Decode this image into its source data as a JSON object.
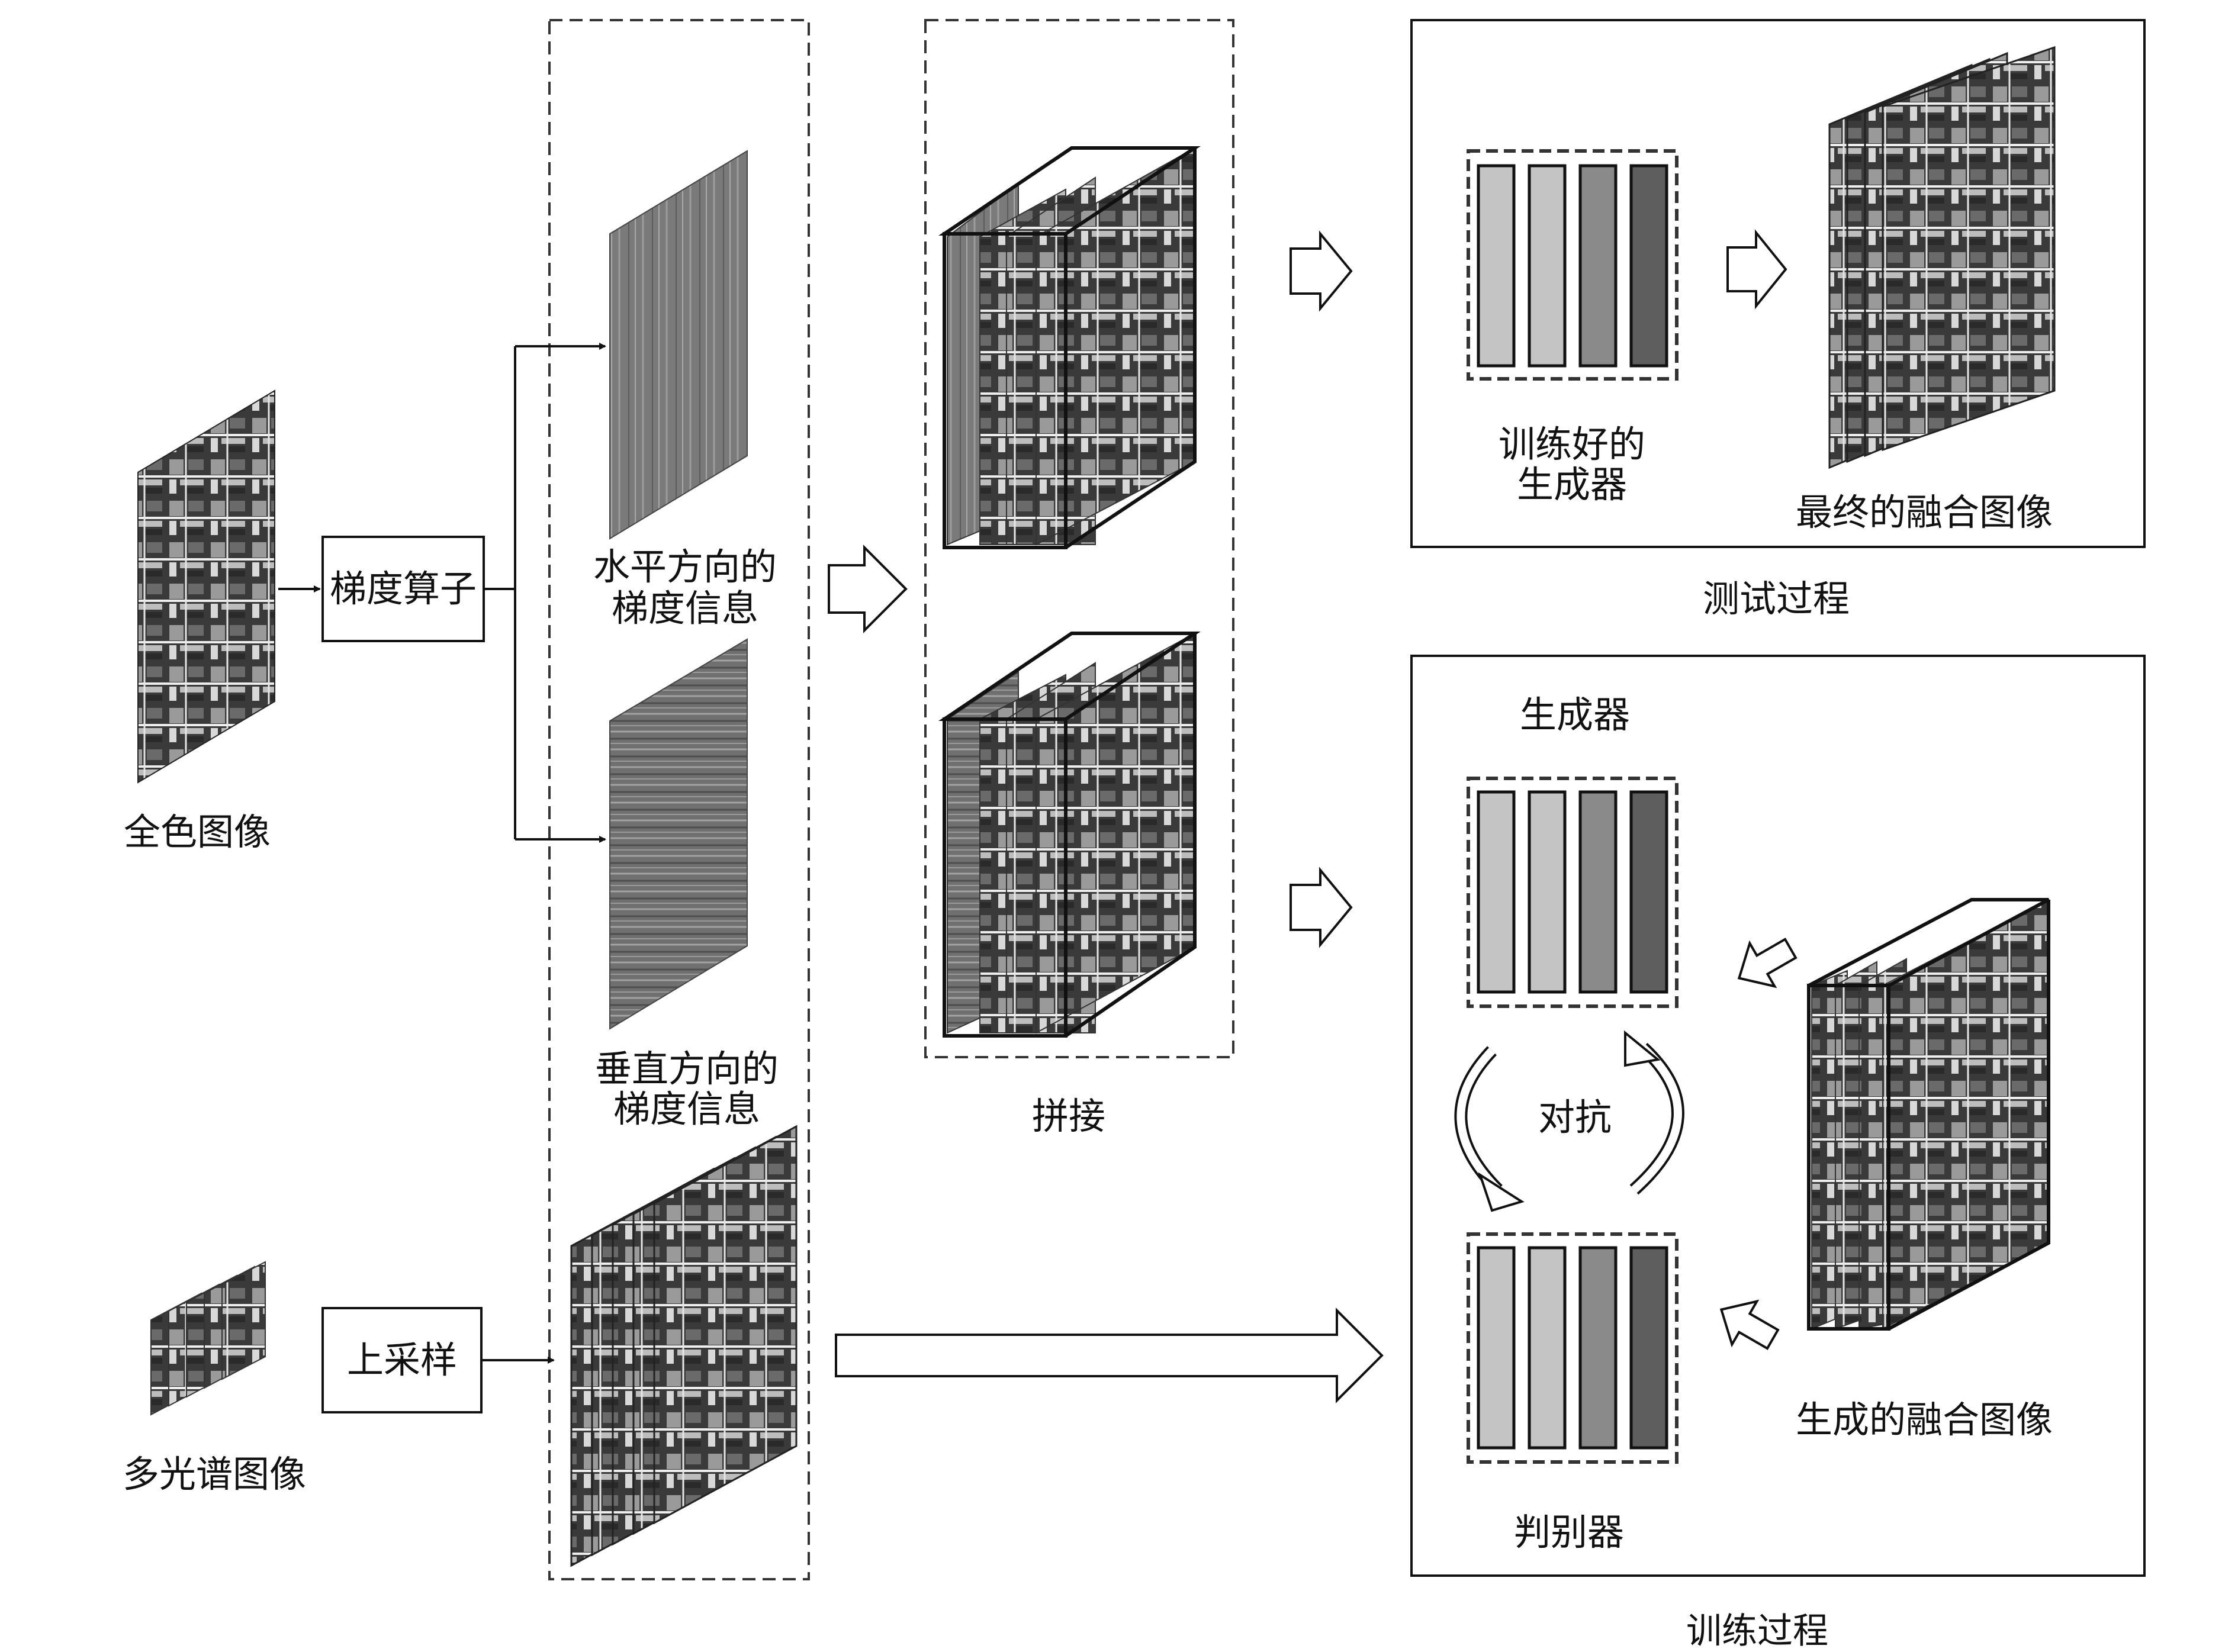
{
  "inputs": {
    "pan_label": "全色图像",
    "ms_label": "多光谱图像"
  },
  "operators": {
    "gradient": "梯度算子",
    "upsample": "上采样"
  },
  "gradients": {
    "horizontal_line1": "水平方向的",
    "horizontal_line2": "梯度信息",
    "vertical_line1": "垂直方向的",
    "vertical_line2": "梯度信息"
  },
  "concat_label": "拼接",
  "test": {
    "generator_line1": "训练好的",
    "generator_line2": "生成器",
    "result_label": "最终的融合图像",
    "caption": "测试过程"
  },
  "train": {
    "generator_label": "生成器",
    "adversarial_label": "对抗",
    "discriminator_label": "判别器",
    "fused_label": "生成的融合图像",
    "caption": "训练过程"
  },
  "colors": {
    "layer_light": "#c4c4c4",
    "layer_mid": "#8a8a8a",
    "layer_dark": "#5e5e5e",
    "line": "#111111"
  }
}
